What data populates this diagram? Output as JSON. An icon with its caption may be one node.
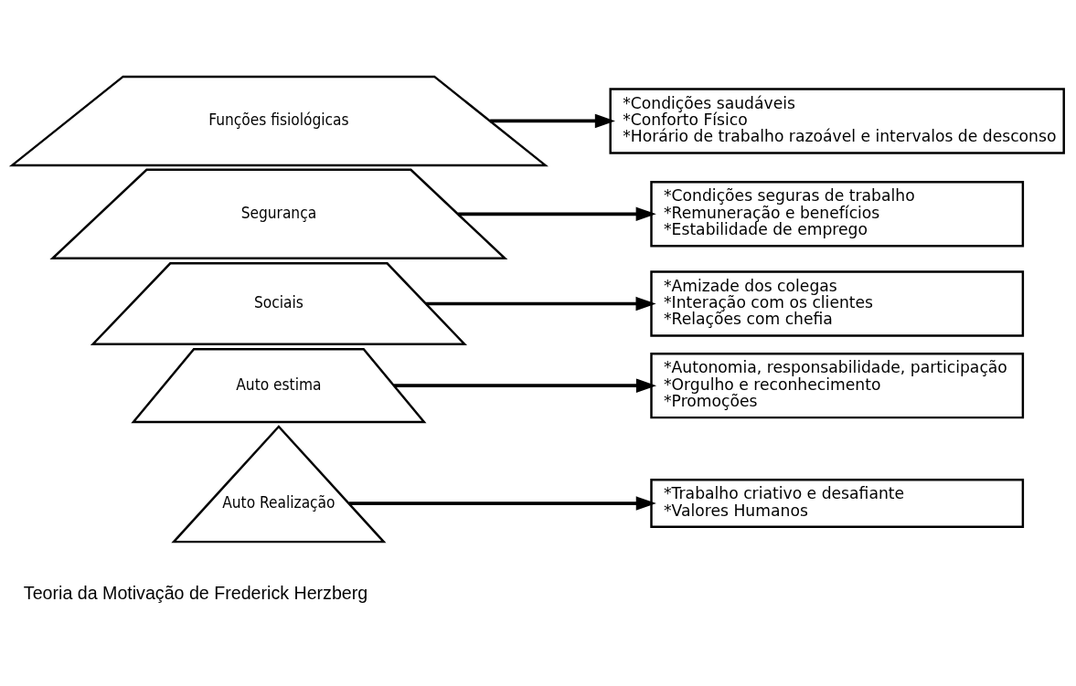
{
  "diagram": {
    "caption": "Teoria da Motivação de Frederick Herzberg",
    "nodes": [
      {
        "text": [
          "Auto Realização"
        ]
      },
      {
        "text": [
          "Auto estima"
        ]
      },
      {
        "text": [
          "Sociais"
        ]
      },
      {
        "text": [
          "Segurança"
        ]
      },
      {
        "text": [
          "Funções fisiológicas"
        ]
      },
      {
        "text": [
          "*Trabalho criativo e desafiante",
          "*Valores Humanos"
        ]
      },
      {
        "text": [
          "*Autonomia, responsabilidade, participação",
          "*Orgulho e reconhecimento",
          "*Promoções"
        ]
      },
      {
        "text": [
          "*Amizade dos colegas",
          "*Interação com os clientes",
          "*Relações com chefia"
        ]
      },
      {
        "text": [
          "*Condições seguras de trabalho",
          "*Remuneração e benefícios",
          "*Estabilidade de emprego"
        ]
      },
      {
        "text": [
          "*Condições saudáveis",
          "*Conforto Físico",
          "*Horário de trabalho razoável e intervalos de desconso"
        ]
      }
    ],
    "edges": [
      {
        "from": 0,
        "to": 5,
        "arrow": "to"
      },
      {
        "from": 1,
        "to": 6,
        "arrow": "to"
      },
      {
        "from": 2,
        "to": 7,
        "arrow": "to"
      },
      {
        "from": 3,
        "to": 8,
        "arrow": "to"
      },
      {
        "from": 4,
        "to": 9,
        "arrow": "to"
      }
    ]
  }
}
